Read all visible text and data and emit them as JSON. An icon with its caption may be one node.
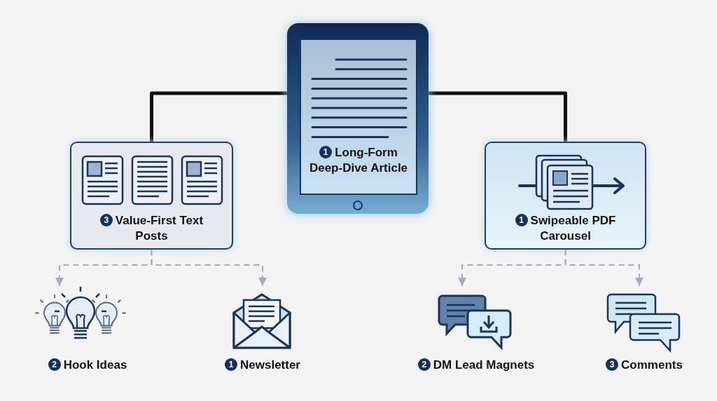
{
  "diagram": {
    "nodes": [
      {
        "text": [
          "1",
          "Long-Form Deep-Dive Article"
        ]
      },
      {
        "text": [
          "3",
          "Value-First Text Posts"
        ]
      },
      {
        "text": [
          "1",
          "Swipeable PDF Carousel"
        ]
      },
      {
        "text": [
          "2",
          "Hook Ideas"
        ]
      },
      {
        "text": [
          "1",
          "Newsletter"
        ]
      },
      {
        "text": [
          "2",
          "DM Lead Magnets"
        ]
      },
      {
        "text": [
          "3",
          "Comments"
        ]
      }
    ],
    "edges": [
      {
        "from": 0,
        "to": 1,
        "arrow": "none",
        "style": "thick",
        "color": "#111111"
      },
      {
        "from": 0,
        "to": 2,
        "arrow": "none",
        "style": "thick",
        "color": "#111111"
      },
      {
        "from": 1,
        "to": 3,
        "arrow": "to",
        "style": "dashed"
      },
      {
        "from": 1,
        "to": 4,
        "arrow": "to",
        "style": "dashed"
      },
      {
        "from": 2,
        "to": 5,
        "arrow": "to",
        "style": "dashed"
      },
      {
        "from": 2,
        "to": 6,
        "arrow": "to",
        "style": "dashed"
      }
    ]
  }
}
